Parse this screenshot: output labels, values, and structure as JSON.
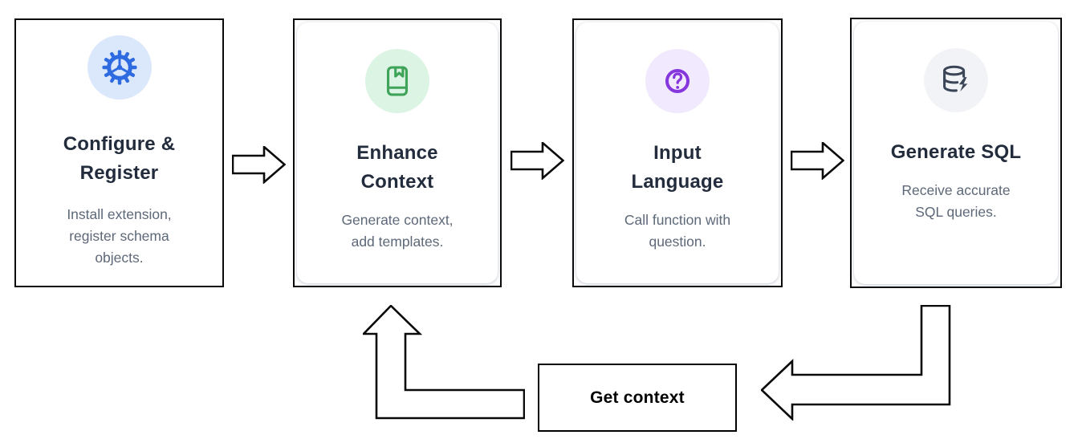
{
  "diagram": {
    "steps": [
      {
        "id": "configure-register",
        "title": [
          "Configure &",
          "Register"
        ],
        "description": [
          "Install extension,",
          "register schema",
          "objects."
        ],
        "icon": "gear-icon",
        "icon_color": "#2e6ae0",
        "icon_bg": "#dbe7fb"
      },
      {
        "id": "enhance-context",
        "title": [
          "Enhance",
          "Context"
        ],
        "description": [
          "Generate context,",
          "add templates."
        ],
        "icon": "book-icon",
        "icon_color": "#3fa35a",
        "icon_bg": "#dcf4e4"
      },
      {
        "id": "input-language",
        "title": [
          "Input",
          "Language"
        ],
        "description": [
          "Call function with",
          "question."
        ],
        "icon": "question-icon",
        "icon_color": "#8636dd",
        "icon_bg": "#f1e9fd"
      },
      {
        "id": "generate-sql",
        "title": [
          "Generate SQL"
        ],
        "description": [
          "Receive accurate",
          "SQL queries."
        ],
        "icon": "database-bolt-icon",
        "icon_color": "#3a4558",
        "icon_bg": "#f1f3f6"
      }
    ],
    "loop_label": "Get context",
    "colors": {
      "card_border": "#0a0a0a",
      "title_text": "#222c3c",
      "description_text": "#5d6878",
      "arrow_outline": "#0a0a0a",
      "loop_label_text": "#000000"
    }
  }
}
